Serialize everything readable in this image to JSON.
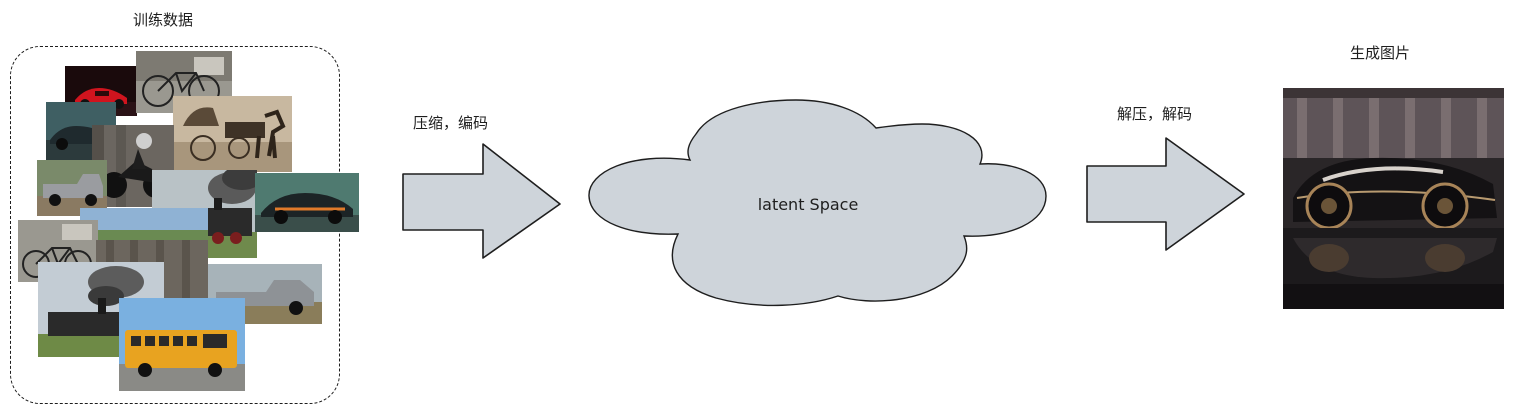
{
  "titles": {
    "training_data": "训练数据",
    "generated_image": "生成图片"
  },
  "arrows": {
    "encode_label": "压缩，编码",
    "decode_label": "解压，解码"
  },
  "latent": {
    "label": "latent Space"
  },
  "colors": {
    "shape_fill": "#ced4da",
    "stroke": "#1e1e1e",
    "background": "#ffffff"
  },
  "training_images": [
    {
      "subject": "red-sports-car"
    },
    {
      "subject": "bicycle"
    },
    {
      "subject": "horse-carriage"
    },
    {
      "subject": "dark-sports-car"
    },
    {
      "subject": "motorcycle"
    },
    {
      "subject": "pickup-truck"
    },
    {
      "subject": "steam-train"
    },
    {
      "subject": "hypercar"
    },
    {
      "subject": "bicycle"
    },
    {
      "subject": "steam-train"
    },
    {
      "subject": "pickup-truck"
    },
    {
      "subject": "school-bus"
    }
  ],
  "generated": {
    "subject": "futuristic-supercar"
  }
}
